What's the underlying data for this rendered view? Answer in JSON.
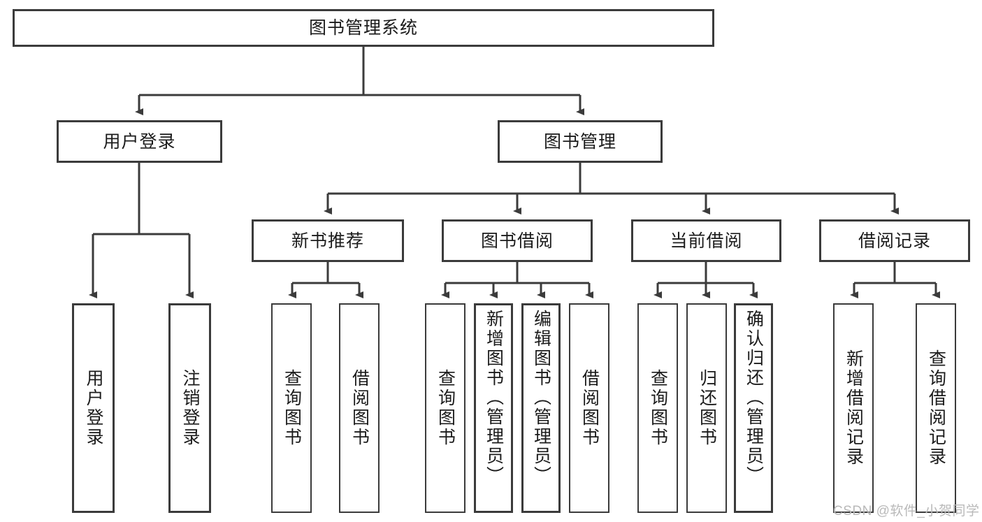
{
  "diagram": {
    "type": "tree",
    "title": "图书管理系统",
    "root": {
      "label": "图书管理系统"
    },
    "level2": [
      {
        "label": "用户登录"
      },
      {
        "label": "图书管理"
      }
    ],
    "level3": [
      {
        "label": "新书推荐"
      },
      {
        "label": "图书借阅"
      },
      {
        "label": "当前借阅"
      },
      {
        "label": "借阅记录"
      }
    ],
    "leaves": {
      "user_login": [
        {
          "label": "用户登录"
        },
        {
          "label": "注销登录"
        }
      ],
      "new_book_recommend": [
        {
          "label": "查询图书"
        },
        {
          "label": "借阅图书"
        }
      ],
      "book_borrow": [
        {
          "label": "查询图书"
        },
        {
          "label": "新增图书（管理员）"
        },
        {
          "label": "编辑图书（管理员）"
        },
        {
          "label": "借阅图书"
        }
      ],
      "current_borrow": [
        {
          "label": "查询图书"
        },
        {
          "label": "归还图书"
        },
        {
          "label": "确认归还（管理员）"
        }
      ],
      "borrow_record": [
        {
          "label": "新增借阅记录"
        },
        {
          "label": "查询借阅记录"
        }
      ]
    },
    "colors": {
      "stroke": "#3b3b3b",
      "text": "#1b1b1b",
      "background": "#ffffff",
      "watermark": "#b9b9b9"
    }
  },
  "watermark": {
    "text": "CSDN @软件_小贺同学"
  }
}
